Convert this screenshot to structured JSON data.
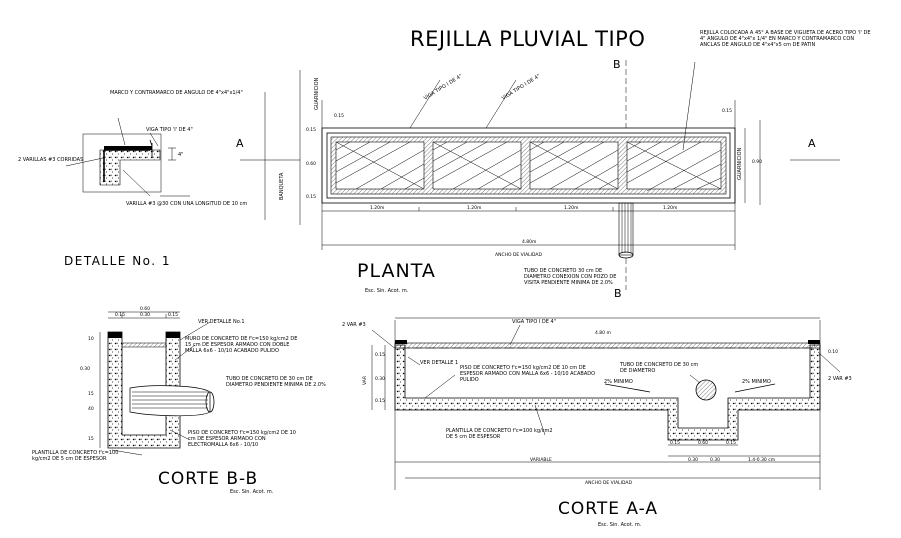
{
  "main_title": "REJILLA PLUVIAL TIPO",
  "detail": {
    "title": "DETALLE No. 1",
    "label_marco": "MARCO Y CONTRAMARCO DE ANGULO DE 4\"x4\"x1/4\"",
    "label_viga": "VIGA TIPO 'I' DE 4\"",
    "label_varillas": "2 VARILLAS #3 CORRIDAS",
    "label_varilla": "VARILLA #3 @30 CON UNA LONGITUD DE 10 cm",
    "dim_side": "4\""
  },
  "planta": {
    "title": "PLANTA",
    "scale": "Esc. Sin. Acot. m.",
    "section_a_left": "A",
    "section_a_right": "A",
    "section_b_top": "B",
    "section_b_bottom": "B",
    "side_label_left": "BANQUETA",
    "side_label_top_left": "GUARNICION",
    "side_label_right": "GUARNICION",
    "viga_label_1": "VIGA TIPO I DE 4\"",
    "viga_label_2": "VIGA TIPO I DE 4\"",
    "rejilla_note": "REJILLA COLOCADA A 45° A BASE DE VIGUETA DE ACERO TIPO 'I' DE 4\" ANGULO DE 4\"x4\"x 1/4\" EN MARCO Y CONTRAMARCO CON ANCLAS DE ANGULO DE 4\"x4\"x5 cm DE PATIN",
    "dims_panels": [
      "1.20m",
      "1.20m",
      "1.20m",
      "1.20m"
    ],
    "dim_total": "4.80m",
    "dim_total_label": "ANCHO DE VIALIDAD",
    "dims_left": [
      "0.15",
      "0.60",
      "0.15"
    ],
    "dim_right": "0.90",
    "dim_top_left": "0.15",
    "dim_top_right": "0.15",
    "tubo_note": "TUBO DE CONCRETO 30 cm DE DIAMETRO CONEXION CON POZO DE VISITA PENDIENTE MINIMA DE 2.0%"
  },
  "corte_bb": {
    "title": "CORTE B-B",
    "scale": "Esc. Sin. Acot. m.",
    "dims_top": [
      "0.15",
      "0.30",
      "0.15"
    ],
    "dim_top_total": "0.60",
    "dims_left": [
      "10",
      "0.30",
      "15",
      "40",
      "15"
    ],
    "label_ver_detalle": "VER DETALLE No.1",
    "label_muro": "MURO DE CONCRETO DE f'c=150 kg/cm2 DE 15 cm DE ESPESOR ARMADO CON DOBLE MALLA 6x6 - 10/10 ACABADO PULIDO",
    "label_tubo": "TUBO DE CONCRETO DE 30 cm DE DIAMETRO PENDIENTE MINIMA DE 2.0%",
    "label_piso": "PISO DE CONCRETO f'c=150 kg/cm2 DE 10 cm DE ESPESOR ARMADO CON ELECTROMALLA 6x6 - 10/10",
    "label_plantilla": "PLANTILLA DE CONCRETO f'c=100 kg/cm2 DE 5 cm DE ESPESOR"
  },
  "corte_aa": {
    "title": "CORTE A-A",
    "scale": "Esc. Sin. Acot. m.",
    "label_2var_left": "2 VAR #3",
    "label_2var_right": "2 VAR #3",
    "label_viga": "VIGA TIPO I DE 4\"",
    "label_ver_detalle": "VER DETALLE 1",
    "label_piso": "PISO DE CONCRETO f'c=150 kg/cm2 DE 10 cm DE ESPESOR ARMADO CON MALLA 6x6 - 10/10 ACABADO PULIDO",
    "label_tubo": "TUBO DE CONCRETO DE 30 cm DE DIAMETRO",
    "label_pend_left": "2% MINIMO",
    "label_pend_right": "2% MINIMO",
    "label_plantilla": "PLANTILLA DE CONCRETO f'c=100 kg/cm2 DE 5 cm DE ESPESOR",
    "dim_top": "4.80 m",
    "dim_variable": "VARIABLE",
    "dim_ancho": "ANCHO DE VIALIDAD",
    "dims_bottom": [
      "0.15",
      "0.60",
      "0.15"
    ],
    "dims_bottom2": [
      "0.30",
      "0.30"
    ],
    "dim_right_seg": "1.4-0.30 cm",
    "dims_left": [
      "0.15",
      "0.30",
      "0.15"
    ],
    "dim_left_total": "VAR",
    "dim_right": "0.10"
  }
}
